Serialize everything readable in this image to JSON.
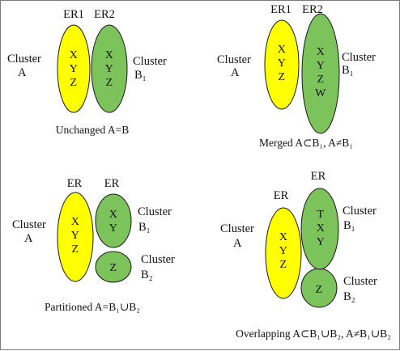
{
  "colors": {
    "yellow": "#ffff00",
    "green": "#7dc35b",
    "stroke": "#1a1a1a"
  },
  "panels": {
    "unchanged": {
      "er_left": "ER1",
      "er_right": "ER2",
      "cluster_a_line1": "Cluster",
      "cluster_a_line2": "A",
      "cluster_b_line1": "Cluster",
      "cluster_b_line2": "B₁",
      "yellow_letters": [
        "X",
        "Y",
        "Z"
      ],
      "green_letters": [
        "X",
        "Y",
        "Z"
      ],
      "caption": "Unchanged A=B"
    },
    "merged": {
      "er_left": "ER1",
      "er_right": "ER2",
      "cluster_a_line1": "Cluster",
      "cluster_a_line2": "A",
      "cluster_b_line1": "Cluster",
      "cluster_b_line2": "B₁",
      "yellow_letters": [
        "X",
        "Y",
        "Z"
      ],
      "green_letters": [
        "X",
        "Y",
        "Z",
        "W"
      ],
      "caption": "Merged A⊂B₁, A≠B₁"
    },
    "partitioned": {
      "er_left": "ER",
      "er_right": "ER",
      "cluster_a_line1": "Cluster",
      "cluster_a_line2": "A",
      "cluster_b1_line1": "Cluster",
      "cluster_b1_line2": "B₁",
      "cluster_b2_line1": "Cluster",
      "cluster_b2_line2": "B₂",
      "yellow_letters": [
        "X",
        "Y",
        "Z"
      ],
      "green_top_letters": [
        "X",
        "Y"
      ],
      "green_bottom_letters": [
        "Z"
      ],
      "caption": "Partitioned A=B₁∪B₂"
    },
    "overlapping": {
      "er_left": "ER",
      "er_right": "ER",
      "cluster_a_line1": "Cluster",
      "cluster_a_line2": "A",
      "cluster_b1_line1": "Cluster",
      "cluster_b1_line2": "B₁",
      "cluster_b2_line1": "Cluster",
      "cluster_b2_line2": "B₂",
      "yellow_letters": [
        "X",
        "Y",
        "Z"
      ],
      "green_top_letters": [
        "T",
        "X",
        "Y"
      ],
      "green_bottom_letters": [
        "Z"
      ],
      "caption": "Overlapping A⊂B₁∪B₂, A≠B₁∪B₂"
    }
  }
}
